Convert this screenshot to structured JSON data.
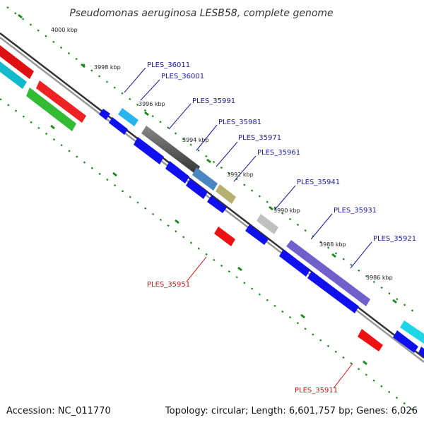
{
  "title": "Pseudomonas aeruginosa LESB58, complete genome",
  "accession": "Accession: NC_011770",
  "summary": "Topology: circular; Length: 6,601,757 bp; Genes: 6,026",
  "colors": {
    "forward_gene": "#1010ee",
    "reverse_gene": "#ee1111",
    "gene_label_blue": "#1a1aa0",
    "gene_label_red": "#cc1111",
    "backbone": "#777777",
    "tick": "#1e8a1e"
  },
  "kbp_ticks": [
    "4000 kbp",
    "3998 kbp",
    "3996 kbp",
    "3994 kbp",
    "3992 kbp",
    "3990 kbp",
    "3988 kbp",
    "3986 kbp"
  ],
  "gene_labels": [
    {
      "text": "PLES_36011",
      "color": "blue"
    },
    {
      "text": "PLES_36001",
      "color": "blue"
    },
    {
      "text": "PLES_35991",
      "color": "blue"
    },
    {
      "text": "PLES_35981",
      "color": "blue"
    },
    {
      "text": "PLES_35971",
      "color": "blue"
    },
    {
      "text": "PLES_35961",
      "color": "blue"
    },
    {
      "text": "PLES_35941",
      "color": "blue"
    },
    {
      "text": "PLES_35931",
      "color": "blue"
    },
    {
      "text": "PLES_35921",
      "color": "blue"
    },
    {
      "text": "PLES_35951",
      "color": "red"
    },
    {
      "text": "PLES_35911",
      "color": "red"
    }
  ]
}
